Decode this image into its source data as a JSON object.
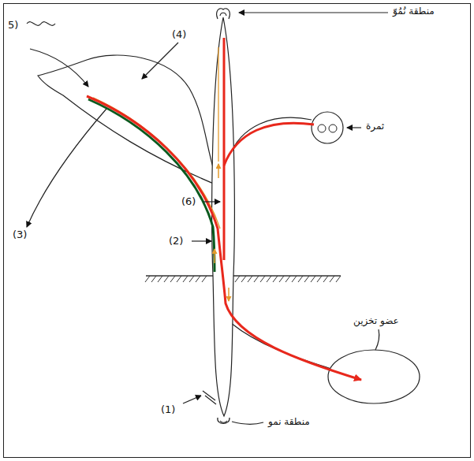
{
  "diagram": {
    "labels": [
      "5)",
      "(4)",
      "منطقة نُمُوّ",
      "ثمرة",
      "(3)",
      "(6)",
      "(2)",
      "عضو تخزين",
      "(1)",
      "منطقة نمو"
    ]
  }
}
